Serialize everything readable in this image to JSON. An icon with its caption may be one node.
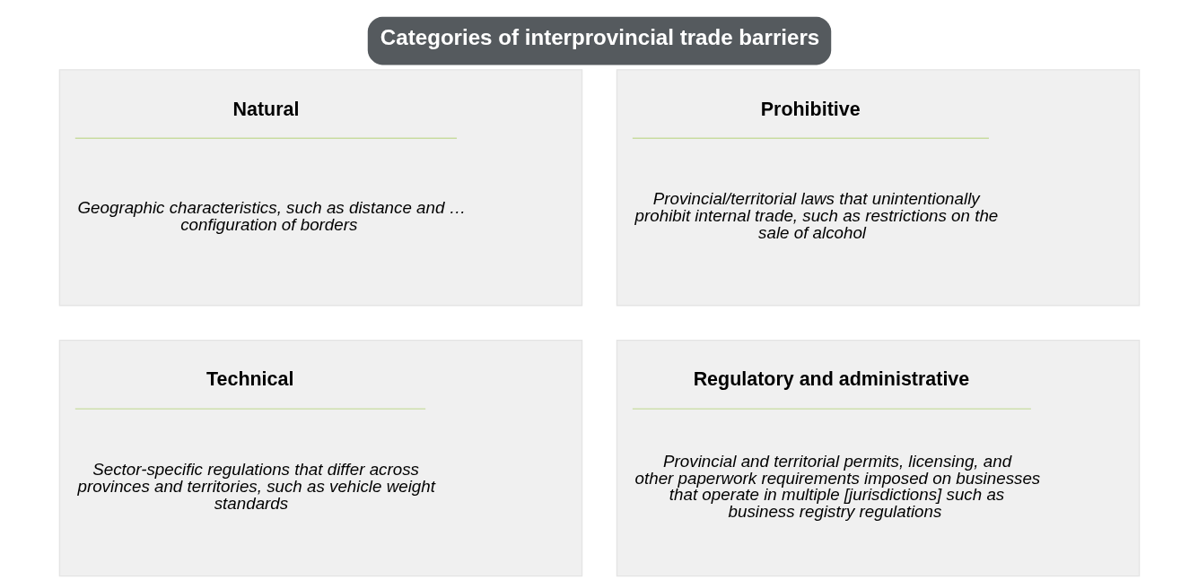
{
  "diagram": {
    "title": "Categories of interprovincial trade barriers",
    "nodes": [
      {
        "text": [
          "Natural",
          "Geographic characteristics, such as distance and … configuration of borders"
        ]
      },
      {
        "text": [
          "Prohibitive",
          "Provincial/territorial laws that unintentionally prohibit internal trade, such as restrictions on the sale of alcohol"
        ]
      },
      {
        "text": [
          "Technical",
          "Sector-specific regulations that differ across provinces and territories, such as vehicle weight standards"
        ]
      },
      {
        "text": [
          "Regulatory and administrative",
          "Provincial and territorial permits, licensing, and other paperwork requirements imposed on businesses that operate in multiple [jurisdictions] such as business registry regulations"
        ]
      }
    ],
    "edges": []
  }
}
